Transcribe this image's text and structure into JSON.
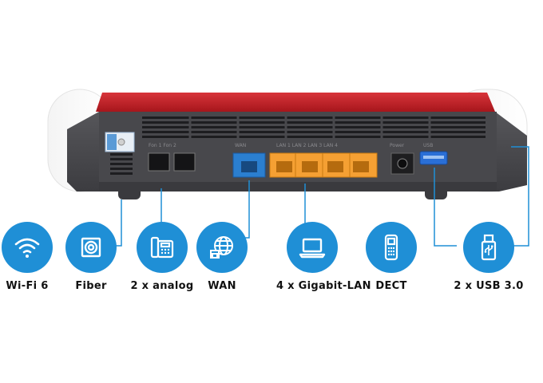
{
  "colors": {
    "accent_blue": "#1f8fd6",
    "router_red": "#c8242b",
    "router_dark": "#4a4a4d",
    "lan_orange": "#f5a033",
    "wan_blue": "#2b7fd0",
    "usb_blue": "#2a6fd6",
    "label_text": "#111111"
  },
  "router": {
    "port_labels": {
      "fon": "Fon 1 Fon 2",
      "wan": "WAN",
      "lan": "LAN 1 LAN 2 LAN 3 LAN 4",
      "power": "Power",
      "usb": "USB"
    }
  },
  "features": [
    {
      "label": "Wi-Fi 6",
      "icon": "wifi-icon"
    },
    {
      "label": "Fiber",
      "icon": "fiber-icon"
    },
    {
      "label": "2 x analog",
      "icon": "phone-icon"
    },
    {
      "label": "WAN",
      "icon": "globe-network-icon"
    },
    {
      "label": "4 x Gigabit-LAN",
      "icon": "laptop-icon"
    },
    {
      "label": "DECT",
      "icon": "cordless-phone-icon"
    },
    {
      "label": "2 x USB 3.0",
      "icon": "usb-stick-icon"
    }
  ]
}
